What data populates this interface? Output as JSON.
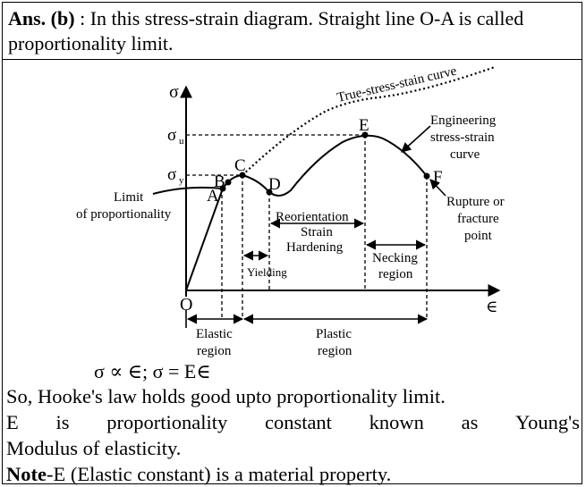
{
  "answer": {
    "label": "Ans. (b)",
    "text_rest": " : In this stress-strain diagram. Straight line O-A is called proportionality limit."
  },
  "diagram": {
    "axis_y_symbol": "σ",
    "axis_x_symbol": "∈",
    "origin": "O",
    "sigma_u": "σ",
    "sigma_u_sub": "u",
    "sigma_y": "σ",
    "sigma_y_sub": "y",
    "point_a": "A",
    "point_b": "B",
    "point_c": "C",
    "point_d": "D",
    "point_e": "E",
    "point_f": "F",
    "true_curve_label": "True-stress-stain curve",
    "eng_label_1": "Engineering",
    "eng_label_2": "stress-strain",
    "eng_label_3": "curve",
    "limit_label_1": "Limit",
    "limit_label_2": "of proportionality",
    "reorientation": "Reorientation",
    "strain": "Strain",
    "hardening": "Hardening",
    "yielding": "Yielding",
    "necking_1": "Necking",
    "necking_2": "region",
    "rupture_1": "Rupture or",
    "rupture_2": "fracture",
    "rupture_3": "point",
    "elastic_1": "Elastic",
    "elastic_2": "region",
    "plastic_1": "Plastic",
    "plastic_2": "region"
  },
  "formula": "σ ∝ ∈; σ = E∈",
  "lines": {
    "hooke": "So, Hooke's law holds good upto proportionality limit.",
    "young_words": [
      "E",
      "is",
      "proportionality",
      "constant",
      "known",
      "as",
      "Young's"
    ],
    "modulus": "Modulus of elasticity.",
    "note_label": "Note",
    "note_rest": "-E (Elastic constant) is a material property."
  }
}
